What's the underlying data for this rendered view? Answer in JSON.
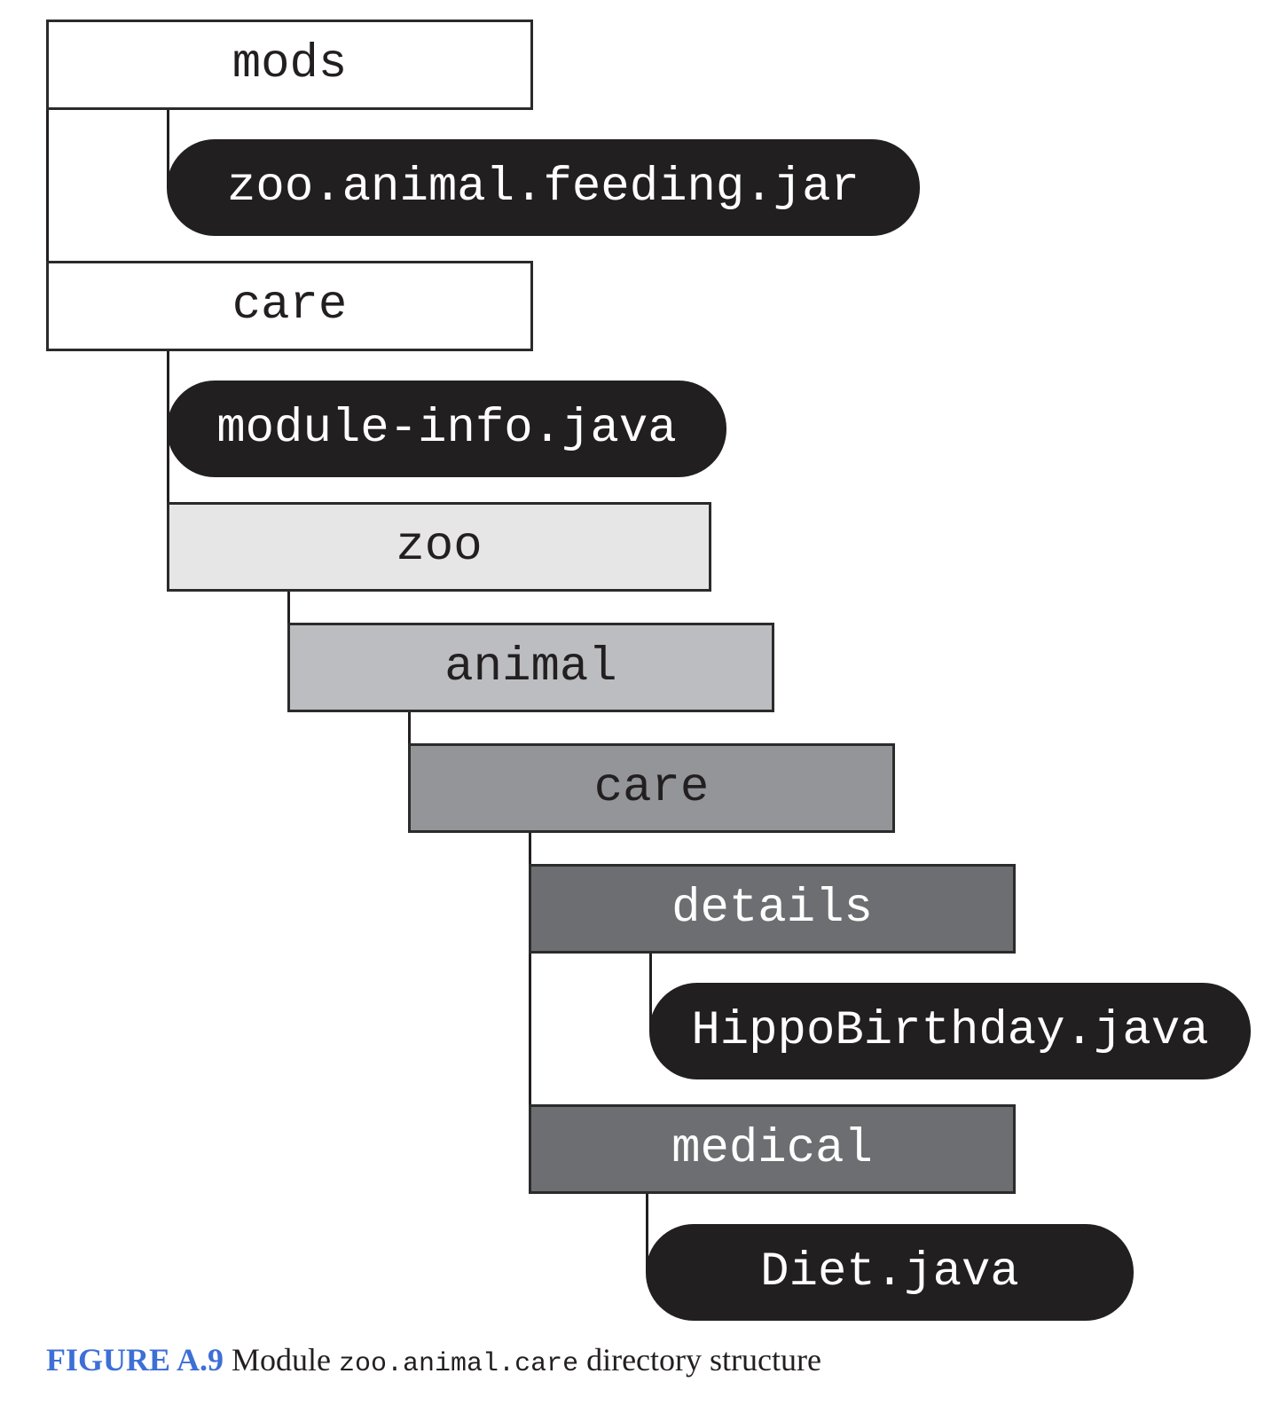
{
  "diagram": {
    "nodes": [
      {
        "id": "mods",
        "label": "mods",
        "kind": "directory",
        "fill": "#ffffff",
        "text_color": "#231f20"
      },
      {
        "id": "feeding_jar",
        "label": "zoo.animal.feeding.jar",
        "kind": "file",
        "fill": "#221f20",
        "text_color": "#ffffff"
      },
      {
        "id": "care_root",
        "label": "care",
        "kind": "directory",
        "fill": "#ffffff",
        "text_color": "#231f20"
      },
      {
        "id": "module_info",
        "label": "module-info.java",
        "kind": "file",
        "fill": "#221f20",
        "text_color": "#ffffff"
      },
      {
        "id": "zoo",
        "label": "zoo",
        "kind": "directory",
        "fill": "#e6e6e7",
        "text_color": "#231f20"
      },
      {
        "id": "animal",
        "label": "animal",
        "kind": "directory",
        "fill": "#bcbdc0",
        "text_color": "#231f20"
      },
      {
        "id": "care_pkg",
        "label": "care",
        "kind": "directory",
        "fill": "#939598",
        "text_color": "#231f20"
      },
      {
        "id": "details",
        "label": "details",
        "kind": "directory",
        "fill": "#6d6e71",
        "text_color": "#ffffff"
      },
      {
        "id": "hippo",
        "label": "HippoBirthday.java",
        "kind": "file",
        "fill": "#221f20",
        "text_color": "#ffffff"
      },
      {
        "id": "medical",
        "label": "medical",
        "kind": "directory",
        "fill": "#6d6e71",
        "text_color": "#ffffff"
      },
      {
        "id": "diet",
        "label": "Diet.java",
        "kind": "file",
        "fill": "#221f20",
        "text_color": "#ffffff"
      }
    ],
    "edges": [
      {
        "from": "mods",
        "to": "feeding_jar"
      },
      {
        "from": "mods",
        "to": "care_root"
      },
      {
        "from": "care_root",
        "to": "module_info"
      },
      {
        "from": "care_root",
        "to": "zoo"
      },
      {
        "from": "zoo",
        "to": "animal"
      },
      {
        "from": "animal",
        "to": "care_pkg"
      },
      {
        "from": "care_pkg",
        "to": "details"
      },
      {
        "from": "details",
        "to": "hippo"
      },
      {
        "from": "care_pkg",
        "to": "medical"
      },
      {
        "from": "medical",
        "to": "diet"
      }
    ]
  },
  "caption": {
    "figure_label": "FIGURE A.9",
    "text_before": "Module",
    "code": "zoo.animal.care",
    "text_after": "directory structure"
  }
}
